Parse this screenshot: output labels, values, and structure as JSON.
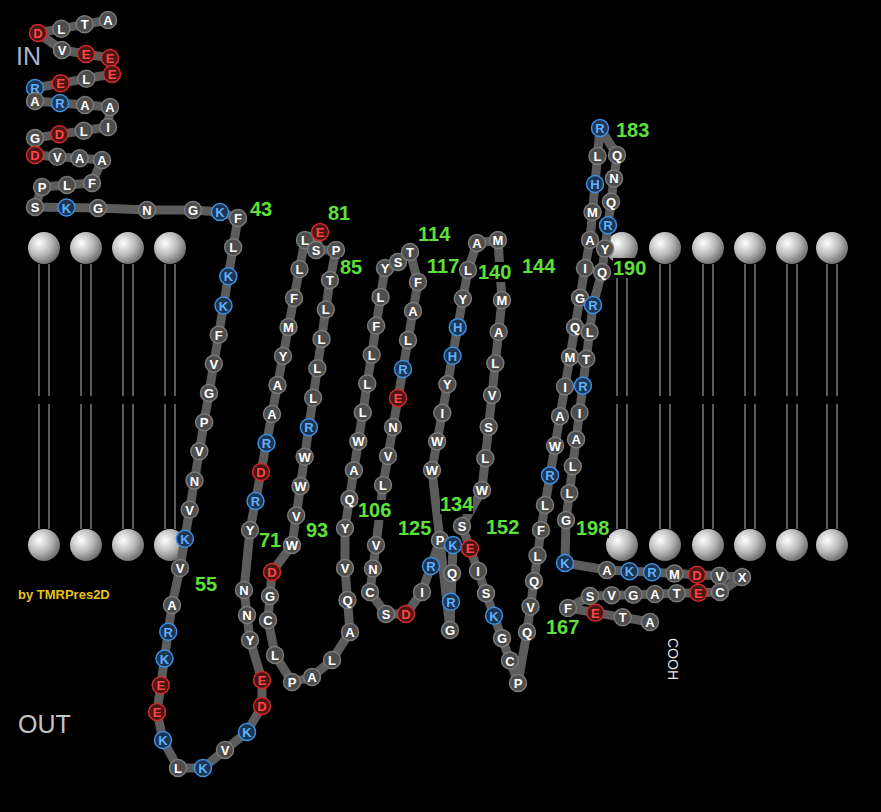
{
  "diagram": {
    "labels": [
      "IN",
      "OUT",
      "by TMRPres2D",
      "COOH",
      "43",
      "81",
      "85",
      "114",
      "117",
      "140",
      "144",
      "183",
      "190",
      "55",
      "71",
      "93",
      "106",
      "125",
      "134",
      "152",
      "167",
      "198",
      "A",
      "T",
      "L",
      "D",
      "V",
      "E",
      "E",
      "E",
      "L",
      "E",
      "R",
      "A",
      "R",
      "A",
      "A",
      "I",
      "L",
      "D",
      "G",
      "D",
      "V",
      "A",
      "A",
      "F",
      "L",
      "P",
      "S",
      "K",
      "G",
      "N",
      "G",
      "K",
      "F",
      "L",
      "K",
      "K",
      "F",
      "V",
      "G",
      "P",
      "V",
      "N",
      "V",
      "K",
      "V",
      "A",
      "R",
      "K",
      "E",
      "E",
      "K",
      "L",
      "K",
      "V",
      "K",
      "D",
      "E",
      "Y",
      "N",
      "N",
      "Y",
      "R",
      "D",
      "R",
      "A",
      "A",
      "Y",
      "M",
      "F",
      "L",
      "L",
      "E",
      "S",
      "P",
      "T",
      "L",
      "L",
      "L",
      "L",
      "R",
      "W",
      "W",
      "V",
      "W",
      "D",
      "G",
      "C",
      "L",
      "P",
      "A",
      "L",
      "A",
      "Q",
      "V",
      "Y",
      "Q",
      "A",
      "W",
      "L",
      "L",
      "L",
      "F",
      "L",
      "Y",
      "S",
      "T",
      "F",
      "A",
      "L",
      "R",
      "E",
      "N",
      "V",
      "L",
      "V",
      "N",
      "C",
      "S",
      "D",
      "I",
      "R",
      "P",
      "K",
      "Q",
      "R",
      "G",
      "W",
      "W",
      "I",
      "Y",
      "H",
      "H",
      "Y",
      "L",
      "A",
      "M",
      "M",
      "A",
      "L",
      "V",
      "S",
      "L",
      "W",
      "S",
      "E",
      "I",
      "S",
      "K",
      "G",
      "C",
      "P",
      "Q",
      "V",
      "Q",
      "L",
      "F",
      "L",
      "R",
      "W",
      "A",
      "I",
      "M",
      "Q",
      "G",
      "I",
      "A",
      "M",
      "H",
      "L",
      "R",
      "Q",
      "N",
      "Q",
      "R",
      "Y",
      "Q",
      "R",
      "L",
      "T",
      "R",
      "I",
      "A",
      "L",
      "L",
      "G",
      "K",
      "A",
      "K",
      "R",
      "M",
      "D",
      "V",
      "X",
      "C",
      "E",
      "T",
      "A",
      "G",
      "V",
      "S",
      "F",
      "E",
      "T",
      "A"
    ]
  }
}
